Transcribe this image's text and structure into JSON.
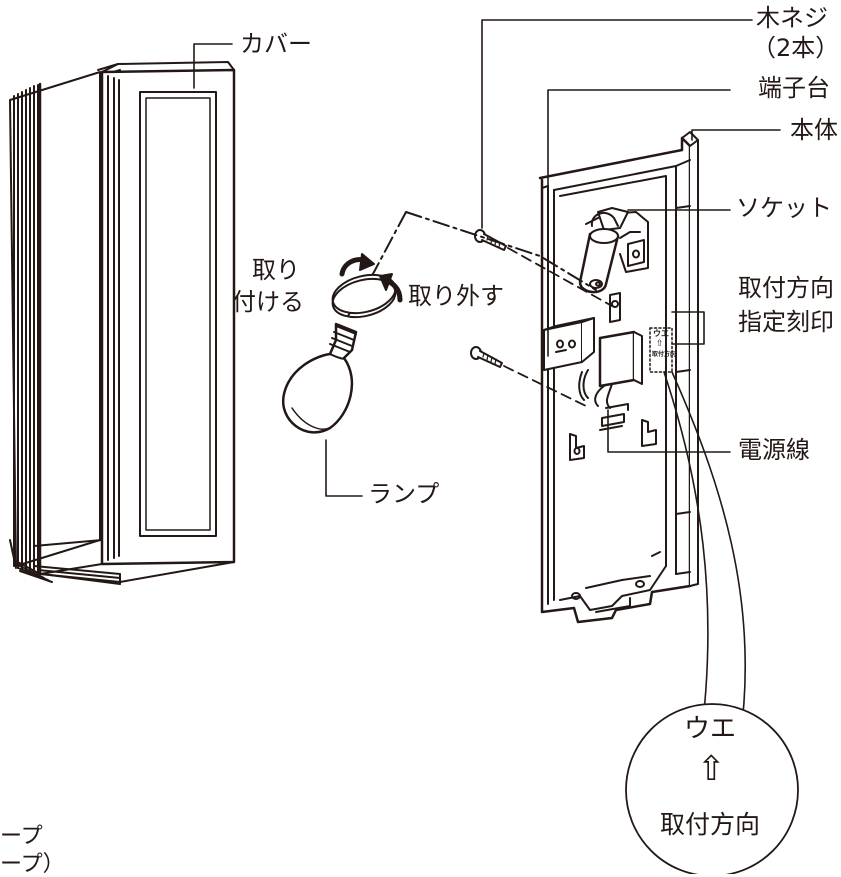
{
  "labels": {
    "cover": "カバー",
    "wood_screw": "木ネジ",
    "wood_screw_count": "（2本）",
    "terminal_block": "端子台",
    "body": "本体",
    "socket": "ソケット",
    "mount_direction": "取付方向",
    "direction_mark": "指定刻印",
    "power_wire": "電源線",
    "lamp": "ランプ",
    "install_1": "取り",
    "install_2": "付ける",
    "remove": "取り外す",
    "bottom_label_1": "ープ",
    "bottom_label_2": "ープ）"
  },
  "zoom": {
    "up_text": "ウエ",
    "arrow": "⇧",
    "direction_text": "取付方向"
  },
  "stamp": {
    "up_text": "ウエ",
    "arrow": "⇧",
    "direction_text": "取付方向"
  }
}
